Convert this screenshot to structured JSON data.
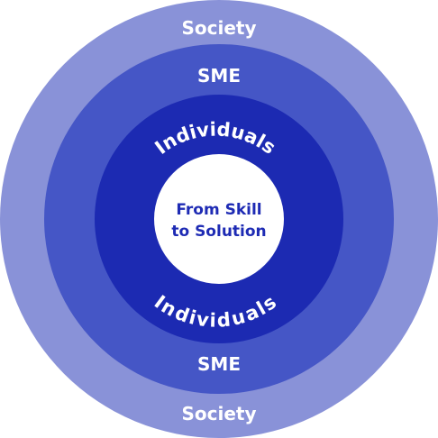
{
  "diagram": {
    "colors": {
      "society": "#8992d8",
      "sme": "#4556c6",
      "individuals": "#1c2ab2",
      "center": "#ffffff",
      "center_text": "#1e2bb4",
      "ring_text": "#ffffff"
    },
    "rings": {
      "society": {
        "top_label": "Society",
        "bottom_label": "Society"
      },
      "sme": {
        "top_label": "SME",
        "bottom_label": "SME"
      },
      "individuals": {
        "top_label": "Individuals",
        "bottom_label": "Individuals"
      }
    },
    "center": {
      "line1": "From Skill",
      "line2": "to Solution"
    }
  }
}
